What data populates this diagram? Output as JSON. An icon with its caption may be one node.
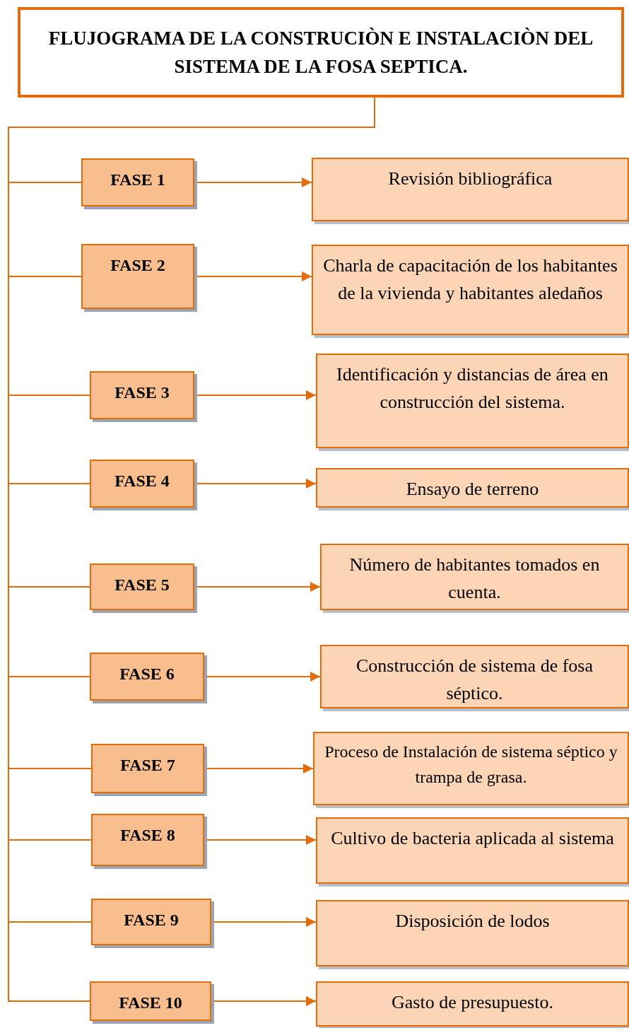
{
  "diagram": {
    "nodes": [
      {
        "text": [
          "FLUJOGRAMA DE LA CONSTRUCIÒN E INSTALACIÒN DEL SISTEMA DE LA FOSA SEPTICA."
        ]
      },
      {
        "text": [
          "FASE 1"
        ]
      },
      {
        "text": [
          "Revisión bibliográfica"
        ]
      },
      {
        "text": [
          "FASE 2"
        ]
      },
      {
        "text": [
          "Charla de capacitación de los habitantes de la vivienda y habitantes aledaños"
        ]
      },
      {
        "text": [
          "FASE 3"
        ]
      },
      {
        "text": [
          "Identificación y distancias de área en construcción del sistema."
        ]
      },
      {
        "text": [
          "FASE 4"
        ]
      },
      {
        "text": [
          "Ensayo de terreno"
        ]
      },
      {
        "text": [
          "FASE 5"
        ]
      },
      {
        "text": [
          "Número de habitantes tomados en cuenta."
        ]
      },
      {
        "text": [
          "FASE 6"
        ]
      },
      {
        "text": [
          "Construcción de sistema de fosa séptico."
        ]
      },
      {
        "text": [
          "FASE 7"
        ]
      },
      {
        "text": [
          "Proceso de Instalación de sistema séptico y trampa de grasa."
        ]
      },
      {
        "text": [
          "FASE 8"
        ]
      },
      {
        "text": [
          "Cultivo de bacteria aplicada al sistema"
        ]
      },
      {
        "text": [
          "FASE 9"
        ]
      },
      {
        "text": [
          "Disposición de lodos"
        ]
      },
      {
        "text": [
          "FASE 10"
        ]
      },
      {
        "text": [
          "Gasto de presupuesto."
        ]
      }
    ],
    "edges": [
      {
        "from": 0,
        "to": 1,
        "arrow": "none"
      },
      {
        "from": 1,
        "to": 2,
        "arrow": "to"
      },
      {
        "from": 0,
        "to": 3,
        "arrow": "none"
      },
      {
        "from": 3,
        "to": 4,
        "arrow": "to"
      },
      {
        "from": 0,
        "to": 5,
        "arrow": "none"
      },
      {
        "from": 5,
        "to": 6,
        "arrow": "to"
      },
      {
        "from": 0,
        "to": 7,
        "arrow": "none"
      },
      {
        "from": 7,
        "to": 8,
        "arrow": "to"
      },
      {
        "from": 0,
        "to": 9,
        "arrow": "none"
      },
      {
        "from": 9,
        "to": 10,
        "arrow": "to"
      },
      {
        "from": 0,
        "to": 11,
        "arrow": "none"
      },
      {
        "from": 11,
        "to": 12,
        "arrow": "to"
      },
      {
        "from": 0,
        "to": 13,
        "arrow": "none"
      },
      {
        "from": 13,
        "to": 14,
        "arrow": "to"
      },
      {
        "from": 0,
        "to": 15,
        "arrow": "none"
      },
      {
        "from": 15,
        "to": 16,
        "arrow": "to"
      },
      {
        "from": 0,
        "to": 17,
        "arrow": "none"
      },
      {
        "from": 17,
        "to": 18,
        "arrow": "to"
      },
      {
        "from": 0,
        "to": 19,
        "arrow": "none"
      },
      {
        "from": 19,
        "to": 20,
        "arrow": "to"
      }
    ]
  }
}
